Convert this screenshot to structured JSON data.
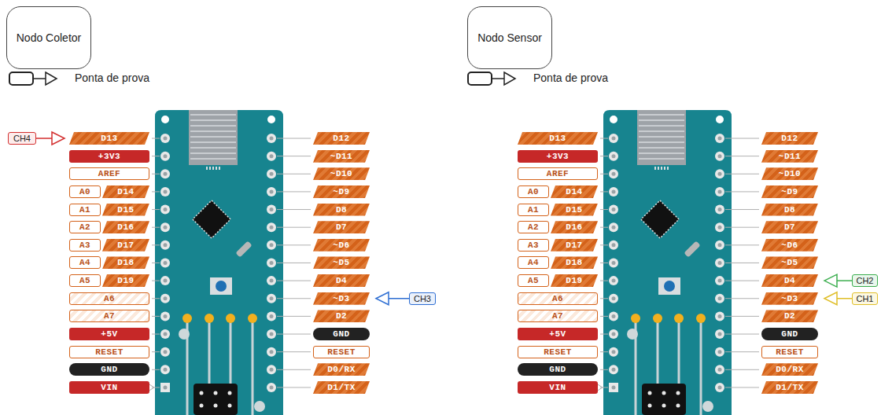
{
  "diagram": {
    "nodes": [
      {
        "text": [
          "Nodo Coletor"
        ]
      },
      {
        "text": [
          "Nodo Sensor"
        ]
      },
      {
        "text": [
          "CH4"
        ]
      },
      {
        "text": [
          "CH2"
        ]
      },
      {
        "text": [
          "CH3"
        ]
      },
      {
        "text": [
          "CH1"
        ]
      }
    ],
    "labels": [
      "D13",
      "+3V3",
      "AREF",
      "A0",
      "D14",
      "A1",
      "D15",
      "A2",
      "D16",
      "A3",
      "D17",
      "A4",
      "D18",
      "A5",
      "D19",
      "A6",
      "A7",
      "+5V",
      "RESET",
      "GND",
      "VIN",
      "D12",
      "~D11",
      "~D10",
      "~D9",
      "D8",
      "D7",
      "~D6",
      "~D5",
      "D4",
      "~D3",
      "D2",
      "GND",
      "RESET",
      "D0/RX",
      "D1/TX",
      "D13",
      "+3V3",
      "AREF",
      "A0",
      "D14",
      "A1",
      "D15",
      "A2",
      "D16",
      "A3",
      "D17",
      "A4",
      "D18",
      "A5",
      "D19",
      "A6",
      "A7",
      "+5V",
      "RESET",
      "GND",
      "VIN",
      "D12",
      "~D11",
      "~D10",
      "~D9",
      "D8",
      "D7",
      "~D6",
      "~D5",
      "D4",
      "~D3",
      "D2",
      "GND",
      "RESET",
      "D0/RX",
      "D1/TX"
    ],
    "legend": [
      {
        "text": "Ponta de prova"
      },
      {
        "text": "Ponta de prova"
      }
    ]
  }
}
